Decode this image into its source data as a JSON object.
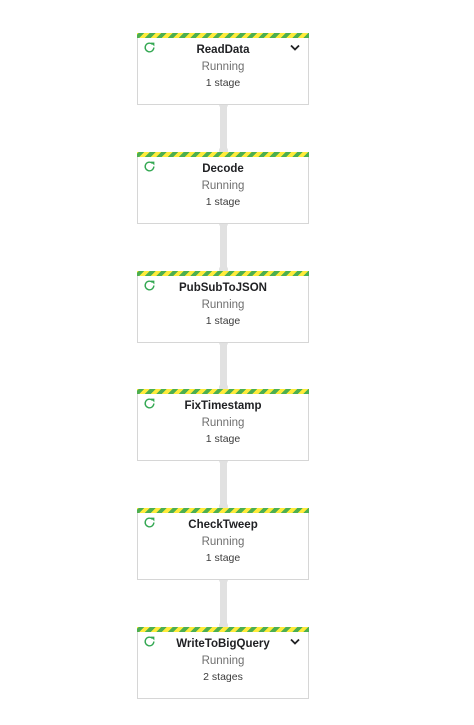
{
  "colors": {
    "stripe_primary": "#4caf50",
    "stripe_secondary": "#ffeb3b",
    "status_icon": "#34a853",
    "connector": "#e1e1e1"
  },
  "steps": [
    {
      "name": "ReadData",
      "status": "Running",
      "stages": "1 stage",
      "expandable": true,
      "status_icon": "running-refresh-icon"
    },
    {
      "name": "Decode",
      "status": "Running",
      "stages": "1 stage",
      "expandable": false,
      "status_icon": "running-refresh-icon"
    },
    {
      "name": "PubSubToJSON",
      "status": "Running",
      "stages": "1 stage",
      "expandable": false,
      "status_icon": "running-refresh-icon"
    },
    {
      "name": "FixTimestamp",
      "status": "Running",
      "stages": "1 stage",
      "expandable": false,
      "status_icon": "running-refresh-icon"
    },
    {
      "name": "CheckTweep",
      "status": "Running",
      "stages": "1 stage",
      "expandable": false,
      "status_icon": "running-refresh-icon"
    },
    {
      "name": "WriteToBigQuery",
      "status": "Running",
      "stages": "2 stages",
      "expandable": true,
      "status_icon": "running-refresh-icon"
    }
  ]
}
